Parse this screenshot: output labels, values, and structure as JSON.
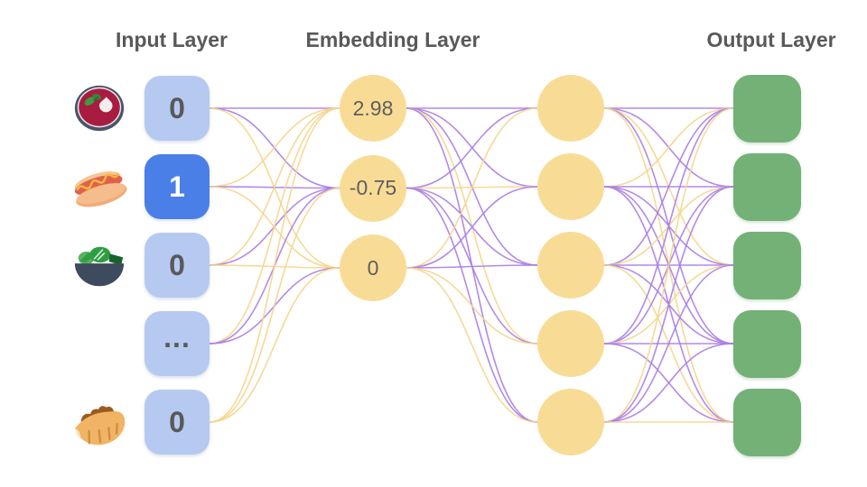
{
  "colors": {
    "input_node": "#b6caf1",
    "input_node_active": "#4a7fe8",
    "input_node_text": "#595959",
    "input_node_active_text": "#ffffff",
    "embedding_node": "#f8dc96",
    "embedding_node_text": "#5f5f5f",
    "hidden_node": "#f8dc96",
    "output_node": "#74b177",
    "edge_purple": "#aa7de6",
    "edge_yellow": "#f6d48c",
    "title_text": "#595959"
  },
  "layers": {
    "input": {
      "title": "Input Layer",
      "nodes": [
        {
          "value": "0",
          "active": false,
          "icon": "borscht-bowl-icon"
        },
        {
          "value": "1",
          "active": true,
          "icon": "hot-dog-icon"
        },
        {
          "value": "0",
          "active": false,
          "icon": "salad-bowl-icon"
        },
        {
          "value": "...",
          "active": false,
          "icon": ""
        },
        {
          "value": "0",
          "active": false,
          "icon": "stuffed-flatbread-icon"
        }
      ]
    },
    "embedding": {
      "title": "Embedding Layer",
      "nodes": [
        {
          "value": "2.98"
        },
        {
          "value": "-0.75"
        },
        {
          "value": "0"
        }
      ]
    },
    "hidden": {
      "node_count": 5
    },
    "output": {
      "title": "Output Layer",
      "node_count": 5
    }
  },
  "edges": {
    "legend": {
      "p": "purple",
      "y": "yellow"
    },
    "input_to_embedding": [
      "ppy",
      "ypy",
      "ypy",
      "ypp",
      "yyy"
    ],
    "embedding_to_hidden": [
      "pppyp",
      "pyppp",
      "yppyy"
    ],
    "hidden_to_output": [
      "ppypy",
      "ypppp",
      "pyppy",
      "ppypp",
      "ypppy"
    ]
  }
}
